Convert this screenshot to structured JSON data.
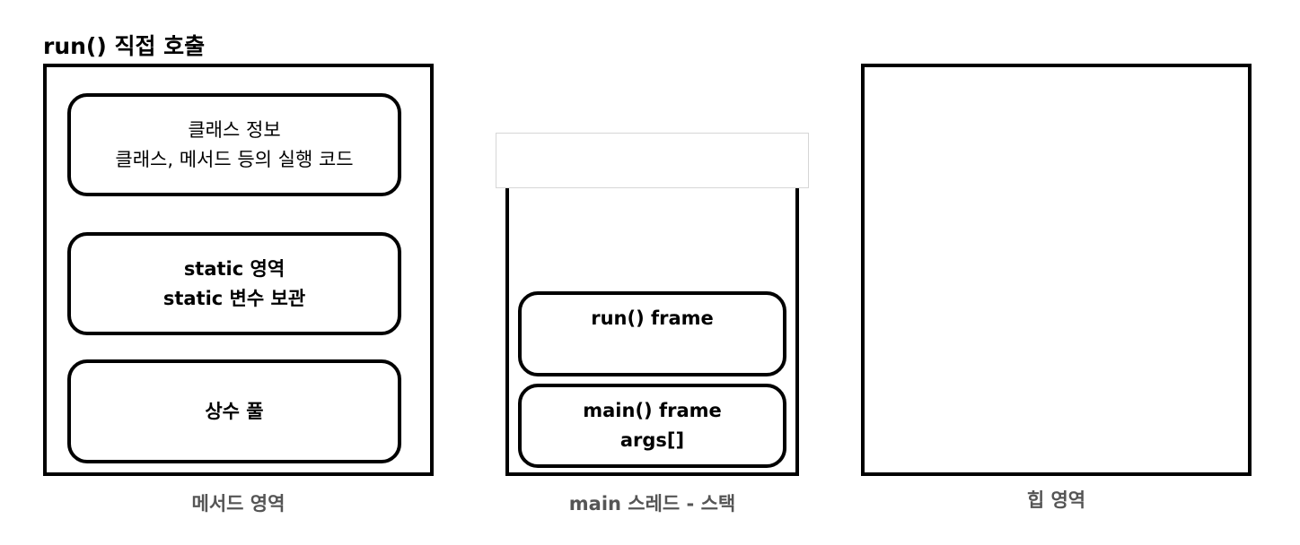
{
  "title": "run() 직접 호출",
  "method_area": {
    "class_info": {
      "line1": "클래스 정보",
      "line2": "클래스, 메서드 등의 실행 코드"
    },
    "static_area": {
      "line1": "static 영역",
      "line2": "static 변수 보관"
    },
    "constant_pool": {
      "line1": "상수 풀"
    },
    "caption": "메서드 영역"
  },
  "stack": {
    "run_frame": {
      "line1": "run() frame"
    },
    "main_frame": {
      "line1": "main() frame",
      "line2": "args[]"
    },
    "caption": "main 스레드 - 스택"
  },
  "heap": {
    "caption": "힙 영역"
  }
}
